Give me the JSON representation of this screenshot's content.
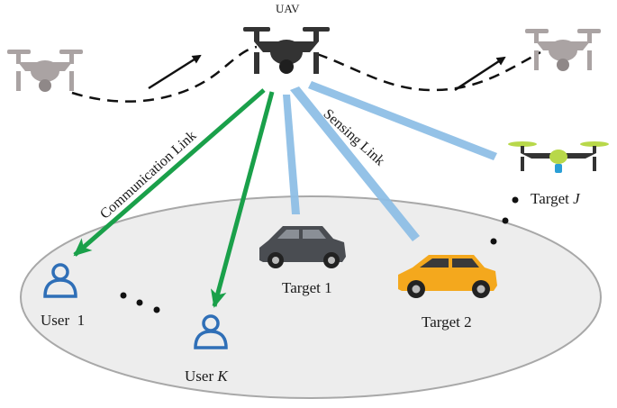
{
  "labels": {
    "uav": "UAV",
    "communication_link": "Communication Link",
    "sensing_link": "Sensing Link",
    "target_1": "Target 1",
    "target_2": "Target 2",
    "target_j_prefix": "Target ",
    "target_j_var": "J",
    "user_1": "User  1",
    "user_k_prefix": "User ",
    "user_k_var": "K"
  },
  "colors": {
    "communication_arrow": "#1aa04a",
    "sensing_beam": "#8fbfe6",
    "ground_fill": "#ededed",
    "ground_stroke": "#a8a8a8",
    "user_icon": "#2f6fb7",
    "main_uav": "#333333",
    "ghost_uav": "#aaa3a3",
    "car_1": "#4a4d52",
    "car_2": "#f4a81d",
    "drone_target": "#b8d84a"
  },
  "icons": [
    "uav-icon",
    "ghost-uav-icon",
    "user-icon",
    "car-icon",
    "drone-target-icon"
  ]
}
